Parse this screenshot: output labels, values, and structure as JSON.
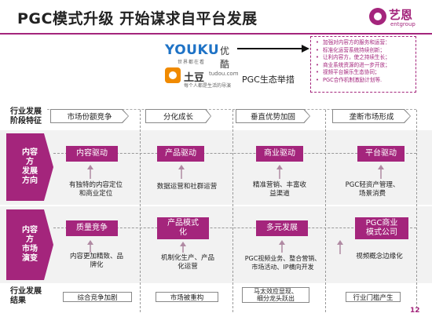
{
  "title": "PGC模式升级  开始谋求自平台发展",
  "brand": {
    "name_cn": "艺恩",
    "name_en": "entgroup",
    "color": "#a4257c"
  },
  "logos": {
    "youku_en": "YOUKU",
    "youku_cn": "优酷",
    "youku_slogan": "世界都在看",
    "tudou_cn": "土豆",
    "tudou_url": "tudou.com",
    "tudou_slogan": "每个人都是生活的导演"
  },
  "ecosystem_label": "PGC生态举措",
  "notes": [
    "加强对内容方的服务和运营：",
    "标准化运营系统持续创新；",
    "让利内容方，使之持续生长；",
    "商业系统资源的进一步开放；",
    "视频平台娱乐生态协同；",
    "PGC合作机制激励计划等."
  ],
  "rows": {
    "industry_feature_label": [
      "行业发展",
      "阶段特征"
    ],
    "content_dev_label": [
      "内容",
      "方",
      "发展",
      "方向"
    ],
    "content_market_label": [
      "内容",
      "方",
      "市场",
      "演变"
    ],
    "industry_result_label": [
      "行业发展",
      "结果"
    ]
  },
  "stages": [
    "市场份额竞争",
    "分化成长",
    "垂直优势加固",
    "垄断市场形成"
  ],
  "drivers": [
    "内容驱动",
    "产品驱动",
    "商业驱动",
    "平台驱动"
  ],
  "driver_desc": [
    [
      "有独特的内容定位",
      "和商业定位"
    ],
    [
      "数据运营和社群运营"
    ],
    [
      "精准营销、丰富收",
      "益渠道"
    ],
    [
      "PGC轻资产管理、",
      "场景消费"
    ]
  ],
  "market": [
    [
      "质量竞争"
    ],
    [
      "产品模式",
      "化"
    ],
    [
      "多元发展"
    ],
    [
      "PGC商业",
      "模式公司"
    ]
  ],
  "market_desc": [
    [
      "内容更加精致、品",
      "牌化"
    ],
    [
      "机制化生产、产品",
      "化运营"
    ],
    [
      "PGC视频业务、整合营销、",
      "市场活动、IP横向开发"
    ],
    [
      "视频概念边缘化"
    ]
  ],
  "results": [
    [
      "综合竞争加剧"
    ],
    [
      "市场被重构"
    ],
    [
      "马太效应显现、",
      "细分龙头跃出"
    ],
    [
      "行业门槛产生"
    ]
  ],
  "page_number": "12",
  "colors": {
    "accent": "#a4257c",
    "arrow": "#8a8a8a"
  }
}
